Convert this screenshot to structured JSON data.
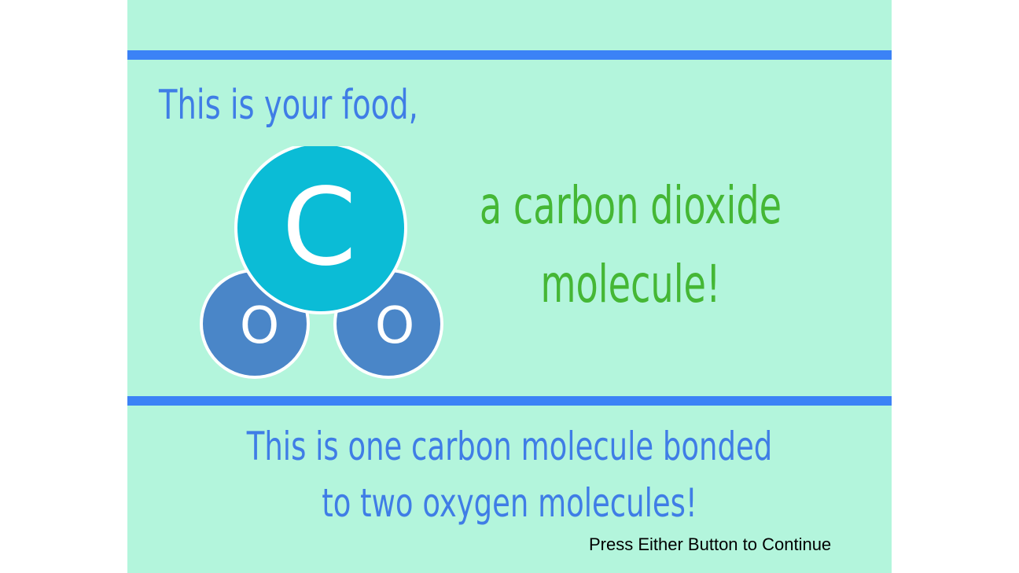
{
  "slide": {
    "headline": "This is your food,",
    "subhead_lines": [
      "a carbon dioxide",
      "molecule!"
    ],
    "footer_lines": [
      "This is one carbon molecule bonded",
      "to two oxygen molecules!"
    ],
    "continue_prompt": "Press Either Button to Continue"
  },
  "molecule": {
    "icon": "carbon-dioxide-molecule-icon",
    "carbon_label": "C",
    "oxygen_left_label": "O",
    "oxygen_right_label": "O"
  },
  "colors": {
    "background": "#b3f5dc",
    "bar": "#3b82f6",
    "headline": "#3f7de6",
    "subhead": "#45b735",
    "carbon": "#0bbcd6",
    "oxygen": "#4a86c8"
  }
}
